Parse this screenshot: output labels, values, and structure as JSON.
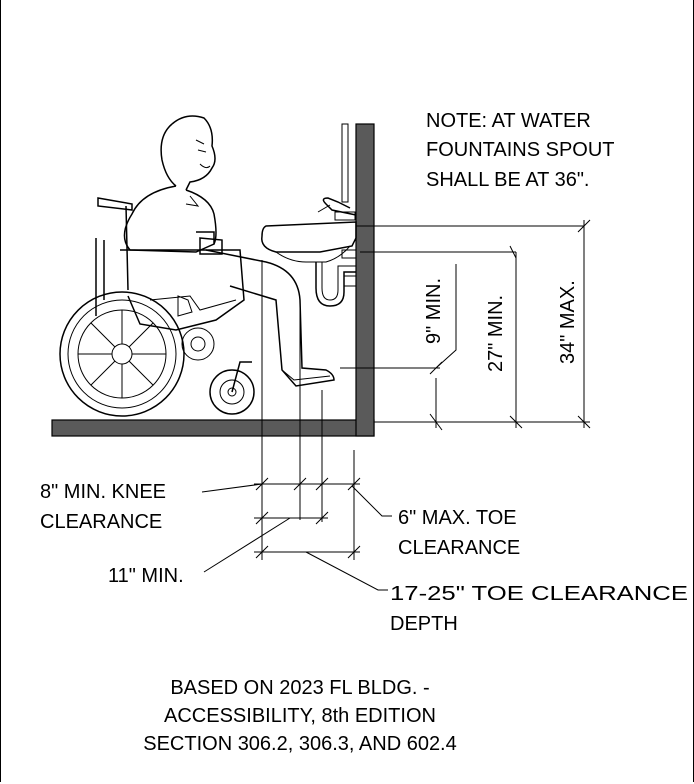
{
  "note": {
    "line1": "NOTE:  AT WATER",
    "line2": "FOUNTAINS SPOUT",
    "line3": "SHALL BE AT 36\"."
  },
  "dimensions": {
    "nine_min": "9\" MIN.",
    "twenty_seven_min": "27\" MIN.",
    "thirty_four_max": "34\" MAX."
  },
  "callouts": {
    "knee_line1": "8\" MIN. KNEE",
    "knee_line2": "CLEARANCE",
    "eleven_min": "11\" MIN.",
    "toe_line1": "6\" MAX. TOE",
    "toe_line2": "CLEARANCE",
    "depth_line1": "17-25\" TOE CLEARANCE",
    "depth_line2": "DEPTH"
  },
  "footer": {
    "line1": "BASED ON 2023 FL BLDG. -",
    "line2": "ACCESSIBILITY, 8th EDITION",
    "line3": "SECTION 306.2, 306.3, AND 602.4"
  }
}
